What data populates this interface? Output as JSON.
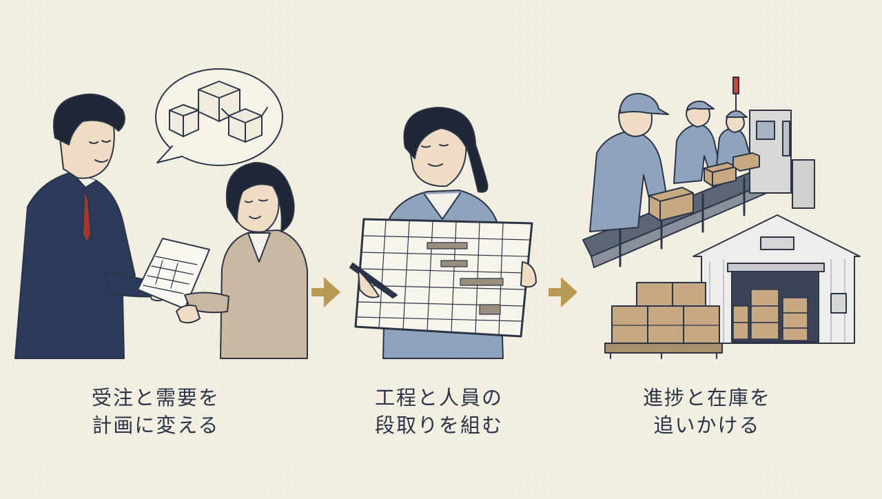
{
  "steps": [
    {
      "line1": "受注と需要を",
      "line2": "計画に変える"
    },
    {
      "line1": "工程と人員の",
      "line2": "段取りを組む"
    },
    {
      "line1": "進捗と在庫を",
      "line2": "追いかける"
    }
  ],
  "colors": {
    "background": "#f3eee2",
    "ink": "#2b3447",
    "suit": "#2c3a5c",
    "uniform": "#8fa3bd",
    "jacket": "#c9b9a3",
    "cardboard": "#c6a982",
    "arrow": "#b89a55"
  },
  "icons": [
    "speech-bubble-icon",
    "arrow-right-icon",
    "cardboard-box-icon"
  ]
}
